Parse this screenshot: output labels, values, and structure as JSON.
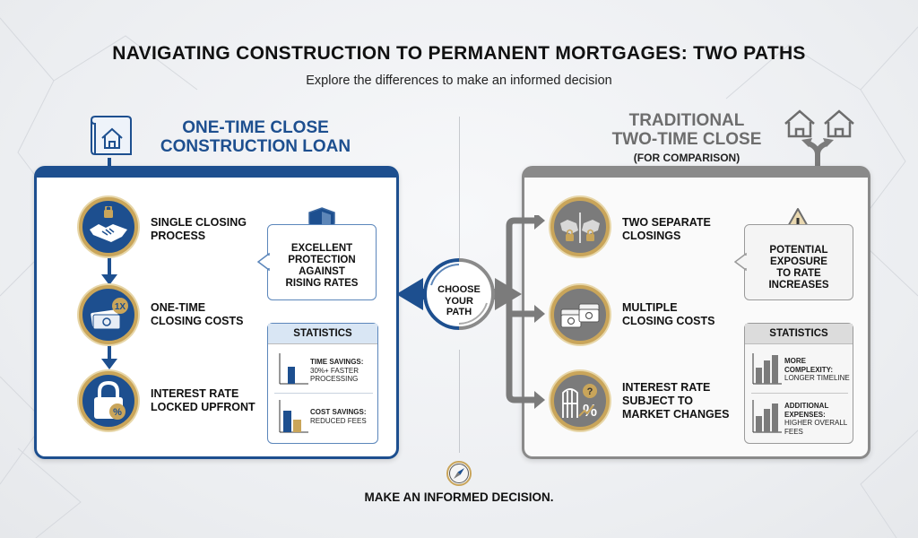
{
  "header": {
    "title": "NAVIGATING CONSTRUCTION TO PERMANENT MORTGAGES: TWO PATHS",
    "subtitle": "Explore the differences to make an informed decision"
  },
  "left": {
    "heading_line1": "ONE-TIME CLOSE",
    "heading_line2": "CONSTRUCTION LOAN",
    "steps": [
      {
        "label1": "SINGLE CLOSING",
        "label2": "PROCESS",
        "icon": "handshake-lock-icon"
      },
      {
        "label1": "ONE-TIME",
        "label2": "CLOSING COSTS",
        "icon": "money-1x-icon",
        "badge": "1X"
      },
      {
        "label1": "INTEREST RATE",
        "label2": "LOCKED UPFRONT",
        "icon": "padlock-percent-icon",
        "badge": "%"
      }
    ],
    "callout": {
      "line1": "EXCELLENT",
      "line2": "PROTECTION",
      "line3": "AGAINST",
      "line4": "RISING RATES"
    },
    "stats": {
      "heading": "STATISTICS",
      "item1_title": "TIME SAVINGS:",
      "item1_text1": "30%+ FASTER",
      "item1_text2": "PROCESSING",
      "item2_title": "COST SAVINGS:",
      "item2_text": "REDUCED FEES"
    }
  },
  "right": {
    "heading_line1": "TRADITIONAL",
    "heading_line2": "TWO-TIME CLOSE",
    "heading_sub": "(FOR COMPARISON)",
    "steps": [
      {
        "label1": "TWO SEPARATE",
        "label2": "CLOSINGS",
        "icon": "split-handshake-icon"
      },
      {
        "label1": "MULTIPLE",
        "label2": "CLOSING COSTS",
        "icon": "money-stacks-icon"
      },
      {
        "label1": "INTEREST RATE",
        "label2": "SUBJECT TO",
        "label3": "MARKET CHANGES",
        "icon": "gate-question-percent-icon",
        "badge": "%",
        "q": "?"
      }
    ],
    "callout": {
      "line1": "POTENTIAL",
      "line2": "EXPOSURE",
      "line3": "TO RATE",
      "line4": "INCREASES"
    },
    "stats": {
      "heading": "STATISTICS",
      "item1_title1": "MORE",
      "item1_title2": "COMPLEXITY:",
      "item1_text": "LONGER TIMELINE",
      "item2_title1": "ADDITIONAL",
      "item2_title2": "EXPENSES:",
      "item2_text1": "HIGHER OVERALL",
      "item2_text2": "FEES"
    }
  },
  "center": {
    "line1": "CHOOSE",
    "line2": "YOUR",
    "line3": "PATH"
  },
  "footer": {
    "text": "MAKE AN INFORMED DECISION."
  },
  "colors": {
    "blue": "#1d4f8f",
    "gray": "#7b7b7b",
    "gold": "#c9a55a"
  }
}
